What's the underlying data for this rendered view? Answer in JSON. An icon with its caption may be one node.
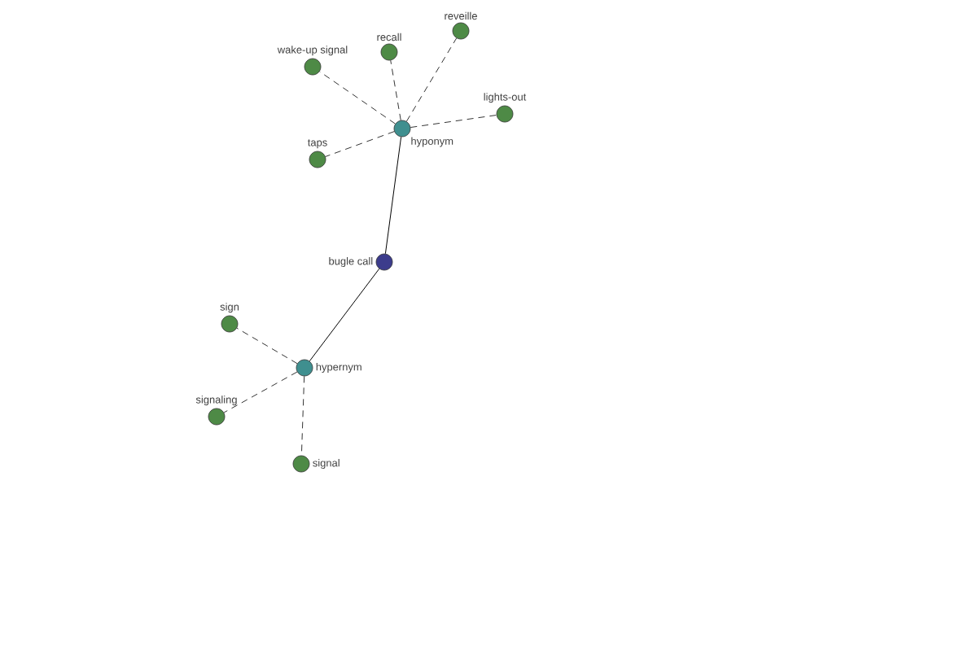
{
  "diagram": {
    "nodes": [
      {
        "text": [
          "bugle call"
        ]
      },
      {
        "text": [
          "hyponym"
        ]
      },
      {
        "text": [
          "wake-up signal"
        ]
      },
      {
        "text": [
          "recall"
        ]
      },
      {
        "text": [
          "reveille"
        ]
      },
      {
        "text": [
          "lights-out"
        ]
      },
      {
        "text": [
          "taps"
        ]
      },
      {
        "text": [
          "hypernym"
        ]
      },
      {
        "text": [
          "sign"
        ]
      },
      {
        "text": [
          "signaling"
        ]
      },
      {
        "text": [
          "signal"
        ]
      }
    ],
    "edges": [
      {
        "from": 0,
        "to": 1,
        "arrow": "none"
      },
      {
        "from": 1,
        "to": 2,
        "arrow": "none",
        "style": "dashed"
      },
      {
        "from": 1,
        "to": 3,
        "arrow": "none",
        "style": "dashed"
      },
      {
        "from": 1,
        "to": 4,
        "arrow": "none",
        "style": "dashed"
      },
      {
        "from": 1,
        "to": 5,
        "arrow": "none",
        "style": "dashed"
      },
      {
        "from": 1,
        "to": 6,
        "arrow": "none",
        "style": "dashed"
      },
      {
        "from": 0,
        "to": 7,
        "arrow": "none"
      },
      {
        "from": 7,
        "to": 8,
        "arrow": "none",
        "style": "dashed"
      },
      {
        "from": 7,
        "to": 9,
        "arrow": "none",
        "style": "dashed"
      },
      {
        "from": 7,
        "to": 10,
        "arrow": "none",
        "style": "dashed"
      }
    ]
  }
}
